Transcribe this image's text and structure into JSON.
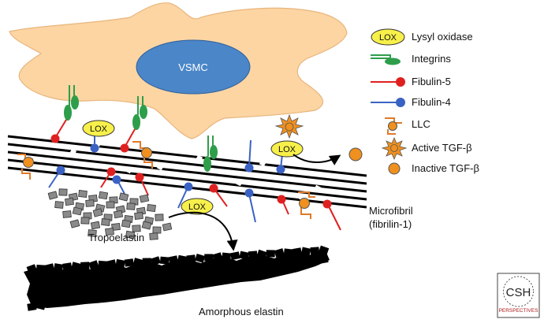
{
  "cell": {
    "label": "VSMC"
  },
  "legend": {
    "lox": {
      "badge": "LOX",
      "text": "Lysyl oxidase"
    },
    "integrins": "Integrins",
    "fibulin5": "Fibulin-5",
    "fibulin4": "Fibulin-4",
    "llc": "LLC",
    "active_tgf": "Active TGF-β",
    "inactive_tgf": "Inactive TGF-β"
  },
  "lox_badges": [
    "LOX",
    "LOX",
    "LOX"
  ],
  "labels": {
    "microfibril_line1": "Microfibril",
    "microfibril_line2": "(fibrilin-1)",
    "tropoelastin": "Tropoelastin",
    "amorphous_elastin": "Amorphous elastin"
  },
  "logo": {
    "line1": "CSH",
    "line2": "PERSPECTIVES"
  },
  "colors": {
    "cell_fill": "#fcd5a3",
    "cell_stroke": "#e8b57c",
    "nucleus": "#4a86c8",
    "lox_fill": "#f7f04a",
    "integrin": "#2e9e4a",
    "fibulin5": "#e02020",
    "fibulin4": "#3a62c4",
    "llc": "#e07a28",
    "tgf": "#f0901e",
    "tropoelastin": "#8a8a8a"
  }
}
